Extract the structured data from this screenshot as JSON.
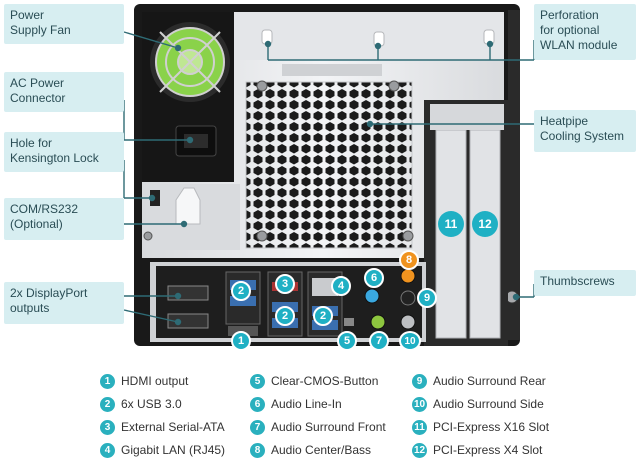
{
  "callouts": {
    "power_supply_fan": "Power\nSupply Fan",
    "ac_power_connector": "AC Power\nConnector",
    "kensington_hole": "Hole for\nKensington Lock",
    "com_port": "COM/RS232\n(Optional)",
    "displayport": "2x DisplayPort\noutputs",
    "perforation": "Perforation\nfor optional\nWLAN module",
    "heatpipe": "Heatpipe\nCooling System",
    "thumbscrews": "Thumbscrews"
  },
  "port_badges": {
    "b1": "1",
    "b2a": "2",
    "b2b": "2",
    "b2c": "2",
    "b3": "3",
    "b4": "4",
    "b5": "5",
    "b6": "6",
    "b7": "7",
    "b8": "8",
    "b9": "9",
    "b10": "10",
    "b11": "11",
    "b12": "12"
  },
  "legend": [
    {
      "num": "1",
      "label": "HDMI output"
    },
    {
      "num": "2",
      "label": "6x USB 3.0"
    },
    {
      "num": "3",
      "label": "External Serial-ATA"
    },
    {
      "num": "4",
      "label": "Gigabit LAN (RJ45)"
    },
    {
      "num": "5",
      "label": "Clear-CMOS-Button"
    },
    {
      "num": "6",
      "label": "Audio Line-In"
    },
    {
      "num": "7",
      "label": "Audio Surround Front"
    },
    {
      "num": "8",
      "label": "Audio Center/Bass"
    },
    {
      "num": "9",
      "label": "Audio Surround Rear"
    },
    {
      "num": "10",
      "label": "Audio Surround Side"
    },
    {
      "num": "11",
      "label": "PCI-Express X16 Slot"
    },
    {
      "num": "12",
      "label": "PCI-Express X4 Slot"
    }
  ],
  "colors": {
    "callout_bg": "#d7eef1",
    "accent": "#1fb0c4",
    "case_dark": "#1a1a1a",
    "panel_light": "#ecedef"
  }
}
